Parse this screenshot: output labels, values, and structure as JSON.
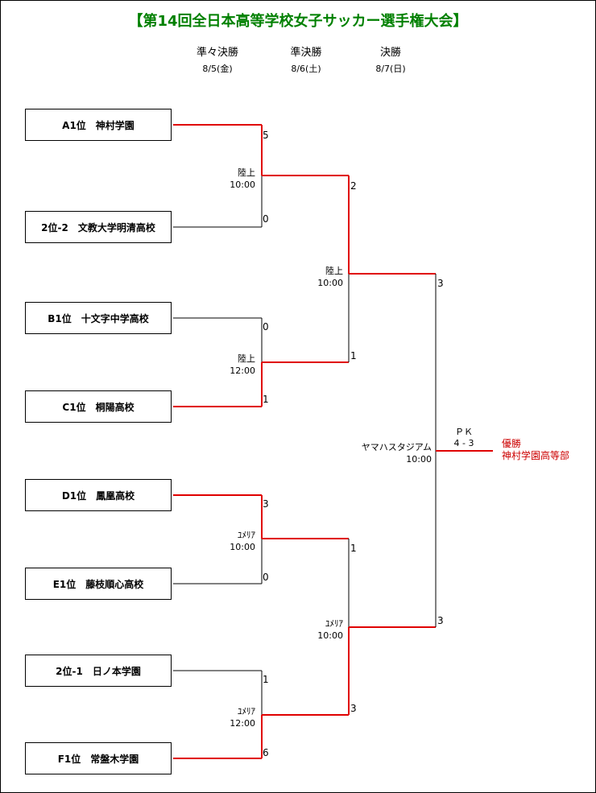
{
  "title": "【第14回全日本高等学校女子サッカー選手権大会】",
  "rounds": [
    {
      "label": "準々決勝",
      "date": "8/5(金)"
    },
    {
      "label": "準決勝",
      "date": "8/6(土)"
    },
    {
      "label": "決勝",
      "date": "8/7(日)"
    }
  ],
  "teams": [
    "A1位　神村学園",
    "2位-2　文教大学明清高校",
    "B1位　十文字中学高校",
    "C1位　桐陽高校",
    "D1位　鳳凰高校",
    "E1位　藤枝順心高校",
    "2位-1　日ノ本学園",
    "F1位　常盤木学園"
  ],
  "qf": [
    {
      "venue": "陸上",
      "time": "10:00",
      "score_top": "5",
      "score_bottom": "0",
      "winner": "top"
    },
    {
      "venue": "陸上",
      "time": "12:00",
      "score_top": "0",
      "score_bottom": "1",
      "winner": "bottom"
    },
    {
      "venue": "ﾕﾒﾘｱ",
      "time": "10:00",
      "score_top": "3",
      "score_bottom": "0",
      "winner": "top"
    },
    {
      "venue": "ﾕﾒﾘｱ",
      "time": "12:00",
      "score_top": "1",
      "score_bottom": "6",
      "winner": "bottom"
    }
  ],
  "sf": [
    {
      "venue": "陸上",
      "time": "10:00",
      "score_top": "2",
      "score_bottom": "1",
      "winner": "top"
    },
    {
      "venue": "ﾕﾒﾘｱ",
      "time": "10:00",
      "score_top": "1",
      "score_bottom": "3",
      "winner": "bottom"
    }
  ],
  "final": {
    "venue": "ヤマハスタジアム",
    "time": "10:00",
    "score_top": "3",
    "score_bottom": "3",
    "pk_label": "ＰＫ",
    "pk_score": "4 - 3",
    "champion_label": "優勝",
    "champion_name": "神村学園高等部"
  },
  "colors": {
    "title": "#008000",
    "win_line": "#e00000",
    "line": "#000000",
    "champion": "#cc0000"
  }
}
